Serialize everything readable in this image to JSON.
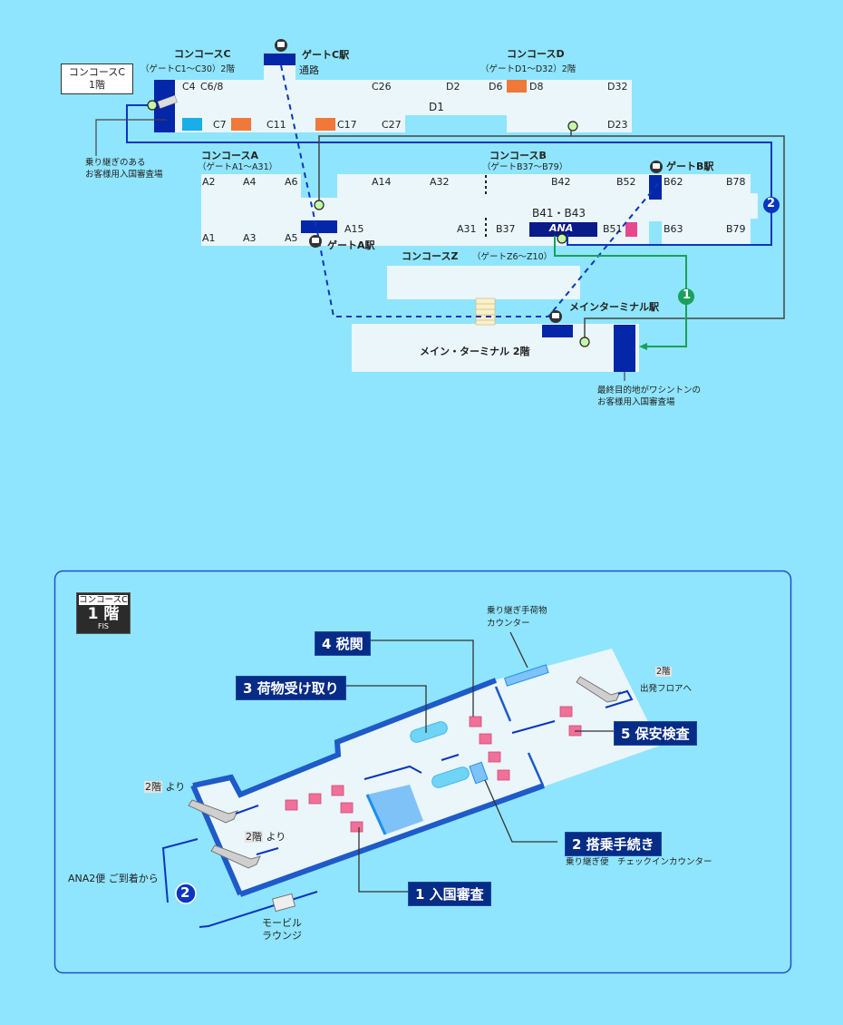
{
  "colors": {
    "background": "#8fe5fd",
    "floor": "#eaf6fa",
    "dark_blue": "#0426a8",
    "orange": "#f07838",
    "pink": "#e8478f",
    "green": "#1aa05a",
    "label_bg": "#072c86"
  },
  "top_map": {
    "callout": {
      "line1": "コンコースC",
      "line2": "1階"
    },
    "concourse_c": {
      "title": "コンコースC",
      "sub": "（ゲートC1～C30）2階"
    },
    "concourse_d": {
      "title": "コンコースD",
      "sub": "（ゲートD1～D32）2階"
    },
    "concourse_a": {
      "title": "コンコースA",
      "sub": "（ゲートA1～A31）"
    },
    "concourse_b": {
      "title": "コンコースB",
      "sub": "（ゲートB37～B79）"
    },
    "concourse_z": {
      "title": "コンコースZ",
      "sub": "（ゲートZ6～Z10）"
    },
    "main_terminal": "メイン・ターミナル 2階",
    "stations": {
      "gate_c": "ゲートC駅",
      "gate_a": "ゲートA駅",
      "gate_b": "ゲートB駅",
      "main": "メインターミナル駅",
      "passage": "通路"
    },
    "gates": {
      "C4": "C4",
      "C6_8": "C6/8",
      "C26": "C26",
      "D2": "D2",
      "D6": "D6",
      "D8": "D8",
      "D32": "D32",
      "D1": "D1",
      "C7": "C7",
      "C11": "C11",
      "C17": "C17",
      "C27": "C27",
      "D23": "D23",
      "A2": "A2",
      "A4": "A4",
      "A6": "A6",
      "A14": "A14",
      "A32": "A32",
      "B42": "B42",
      "B52": "B52",
      "B62": "B62",
      "B78": "B78",
      "A1": "A1",
      "A3": "A3",
      "A5": "A5",
      "A15": "A15",
      "A31": "A31",
      "B37": "B37",
      "B41_43": "B41・B43",
      "B51": "B51",
      "B63": "B63",
      "B79": "B79"
    },
    "ana_logo": "ANA",
    "route_markers": {
      "one": "1",
      "two": "2"
    },
    "note_left": {
      "line1": "乗り継ぎのある",
      "line2": "お客様用入国審査場"
    },
    "note_right": {
      "line1": "最終目的地がワシントンの",
      "line2": "お客様用入国審査場"
    }
  },
  "bottom_map": {
    "floor_badge": {
      "top": "コンコースC",
      "mid": "1 階",
      "bot": "FIS"
    },
    "steps": [
      {
        "label": "1 入国審査"
      },
      {
        "label": "2 搭乗手続き",
        "note": "乗り継ぎ便　チェックインカウンター"
      },
      {
        "label": "3 荷物受け取り"
      },
      {
        "label": "4 税関"
      },
      {
        "label": "5 保安検査"
      }
    ],
    "from_2f_a": {
      "floor": "2階",
      "suffix": "より"
    },
    "from_2f_b": {
      "floor": "2階",
      "suffix": "より"
    },
    "to_2f": {
      "floor": "2階",
      "text": "出発フロアへ"
    },
    "baggage_counter": {
      "line1": "乗り継ぎ手荷物",
      "line2": "カウンター"
    },
    "ana2": "ANA2便 ご到着から",
    "route_marker": "2",
    "mobile_lounge": {
      "line1": "モービル",
      "line2": "ラウンジ"
    }
  }
}
